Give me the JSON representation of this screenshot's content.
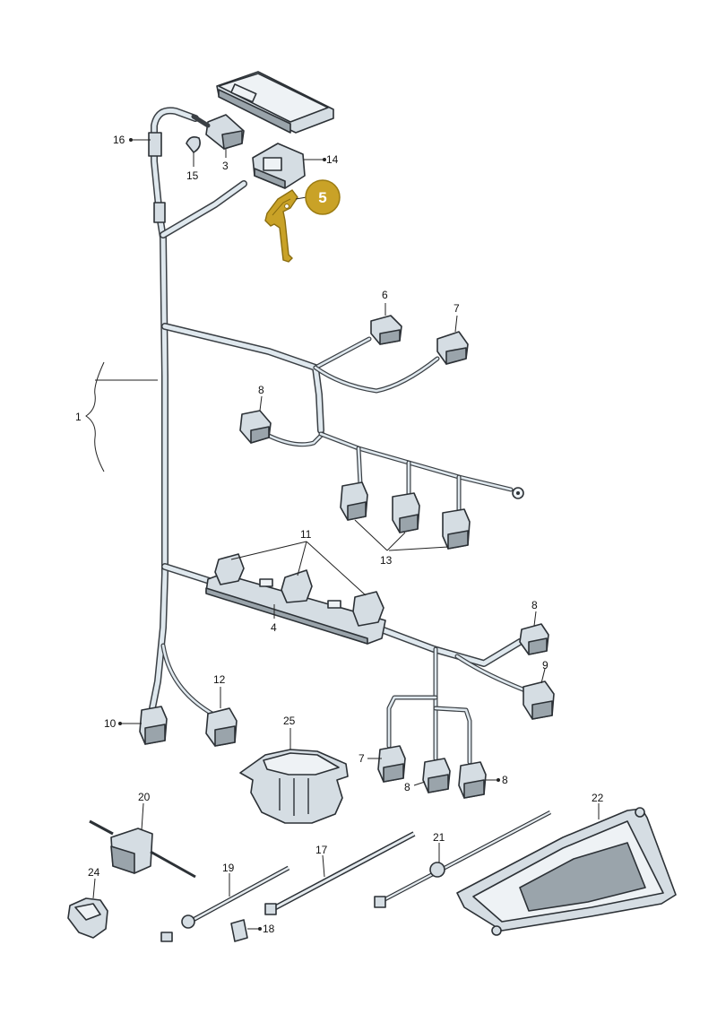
{
  "diagram": {
    "highlight_color": "#c9a227",
    "callouts": {
      "c1": "1",
      "c3": "3",
      "c4": "4",
      "c5": "5",
      "c6": "6",
      "c7a": "7",
      "c7b": "7",
      "c8a": "8",
      "c8b": "8",
      "c8c": "8",
      "c8d": "8",
      "c9": "9",
      "c10": "10",
      "c11": "11",
      "c12": "12",
      "c13": "13",
      "c14": "14",
      "c15": "15",
      "c16": "16",
      "c17": "17",
      "c18": "18",
      "c19": "19",
      "c20": "20",
      "c21": "21",
      "c22": "22",
      "c24": "24",
      "c25": "25"
    }
  }
}
